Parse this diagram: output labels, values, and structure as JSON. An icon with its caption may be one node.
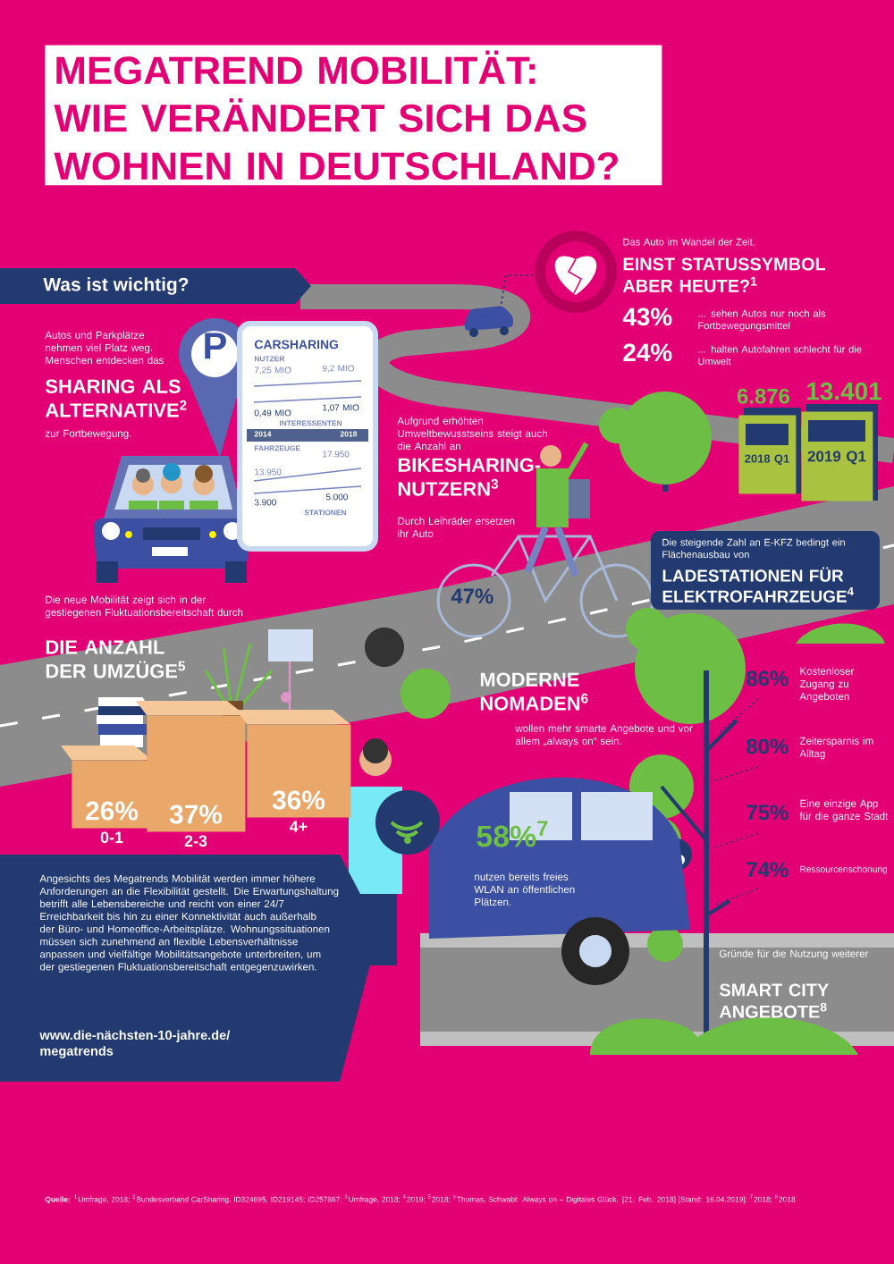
{
  "diagram": {
    "title": "MEGATREND MOBILITÄT: WIE VERÄNDERT SICH DAS WOHNEN IN DEUTSCHLAND?",
    "nodes": [
      {
        "text": [
          "Was ist wichtig?"
        ]
      },
      {
        "text": [
          "Die steigende Zahl an E-KFZ bedingt ein Flächenausbau von",
          "LADESTATIONEN FÜR ELEKTROFAHRZEUGE$^{4}$"
        ]
      },
      {
        "text": [
          "Angesichts des Megatrends Mobilität werden immer höhere Anforderungen an die Flexibilität gestellt. Die Erwartungshaltung betrifft alle Lebensbereiche und reicht von einer 24/7 Erreichbarkeit bis hin zu einer Konnektivität auch außerhalb der Büro- und Homeoffice-Arbeitsplätze. Wohnungssituationen müssen sich zunehmend an flexible Lebensverhältnisse anpassen und vielfältige Mobilitätsangebote unterbreiten, um der gestiegenen Fluktuationsbereitschaft entgegenzuwirken.",
          "www.die-nächsten-10-jahre.de/ megatrends"
        ]
      },
      {
        "text": [
          "CARSHARING",
          "NUTZER",
          "7,25 MIO",
          "9,2 MIO",
          "1,07 MIO",
          "0,49 MIO",
          "INTERESSENTEN",
          "2014",
          "2018",
          "FAHRZEUGE",
          "17.950",
          "13.950",
          "5.000",
          "3.900",
          "STATIONEN"
        ]
      },
      {
        "text": [
          "2018 Q1"
        ],
        "beside": [
          "6.876"
        ]
      },
      {
        "text": [
          "2019 Q1"
        ],
        "beside": [
          "13.401"
        ]
      },
      {
        "text": [
          "26%"
        ],
        "beside": [
          "0-1"
        ]
      },
      {
        "text": [
          "37%"
        ],
        "beside": [
          "2-3"
        ]
      },
      {
        "text": [
          "36%"
        ],
        "beside": [
          "4+"
        ]
      }
    ],
    "labels": [
      "Das Auto im Wandel der Zeit.",
      "EINST STATUSSYMBOL ABER HEUTE?$^{1}$",
      "43%",
      "... sehen Autos nur noch als Fortbewegungsmittel",
      "24%",
      "... halten Autofahren schlecht für die Umwelt",
      "Autos und Parkplätze nehmen viel Platz weg. Menschen entdecken das",
      "SHARING ALS ALTERNATIVE$^{2}$",
      "zur Fortbewegung.",
      "P",
      "Aufgrund erhöhten Umweltbewusstseins steigt auch die Anzahl an",
      "BIKESHARING-NUTZERN$^{3}$",
      "Durch Leihräder ersetzen ihr Auto",
      "47%",
      "Die neue Mobilität zeigt sich in der gestiegenen Fluktuationsbereitschaft durch",
      "DIE ANZAHL DER UMZÜGE$^{5}$",
      "MODERNE NOMADEN$^{6}$",
      "wollen mehr smarte Angebote und vor allem „always on“ sein.",
      "58%$^{7}$",
      "nutzen bereits freies WLAN an öffentlichen Plätzen.",
      "86%",
      "Kostenloser Zugang zu Angeboten",
      "80%",
      "Zeitersparnis im Alltag",
      "75%",
      "Eine einzige App für die ganze Stadt",
      "74%",
      "Ressourcenschonung",
      "Gründe für die Nutzung weiterer",
      "SMART CITY ANGEBOTE$^{8}$",
      "**Quelle:** $^{1}$Umfrage, 2018; $^{2}$Bundesverband CarSharing, ID324695, ID219145; ID257867; $^{3}$Umfrage, 2018; $^{4}$2019; $^{5}$2018; $^{6}$Thomas, Schwabl: Always on – Digitales Glück. [21. Feb. 2018] [Stand: 16.04.2019]; $^{7}$2018; $^{8}$2018"
    ]
  }
}
